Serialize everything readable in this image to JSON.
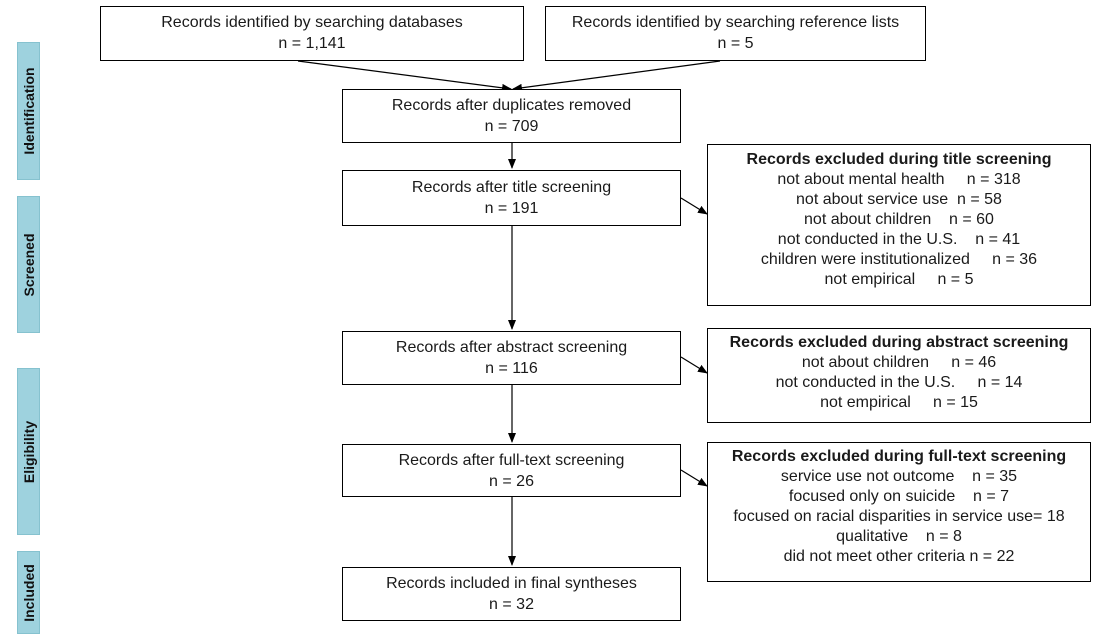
{
  "stages": [
    "Identification",
    "Screened",
    "Eligibility",
    "Included"
  ],
  "boxes": {
    "databases": {
      "label": "Records identified by searching databases",
      "n": "n = 1,141"
    },
    "reference_lists": {
      "label": "Records identified by searching reference lists",
      "n": "n = 5"
    },
    "duplicates": {
      "label": "Records after duplicates removed",
      "n": "n = 709"
    },
    "title": {
      "label": "Records after title screening",
      "n": "n = 191"
    },
    "abstract": {
      "label": "Records after abstract screening",
      "n": "n = 116"
    },
    "fulltext": {
      "label": "Records after full-text screening",
      "n": "n = 26"
    },
    "included": {
      "label": "Records included in final syntheses",
      "n": "n = 32"
    }
  },
  "exclusions": {
    "title": {
      "heading": "Records excluded during title screening",
      "items": [
        "not about mental health     n = 318",
        "not about service use  n = 58",
        "not about children    n = 60",
        "not conducted in the U.S.    n = 41",
        "children were institutionalized     n = 36",
        "not empirical     n = 5"
      ]
    },
    "abstract": {
      "heading": "Records excluded during abstract screening",
      "items": [
        "not about children     n = 46",
        "not conducted in the U.S.     n = 14",
        "not empirical     n = 15"
      ]
    },
    "fulltext": {
      "heading": "Records excluded during full-text screening",
      "items": [
        "service use not outcome    n = 35",
        "focused only on suicide    n = 7",
        "focused on racial disparities in service use= 18",
        "qualitative    n = 8",
        "did not meet other criteria n = 22"
      ]
    }
  }
}
